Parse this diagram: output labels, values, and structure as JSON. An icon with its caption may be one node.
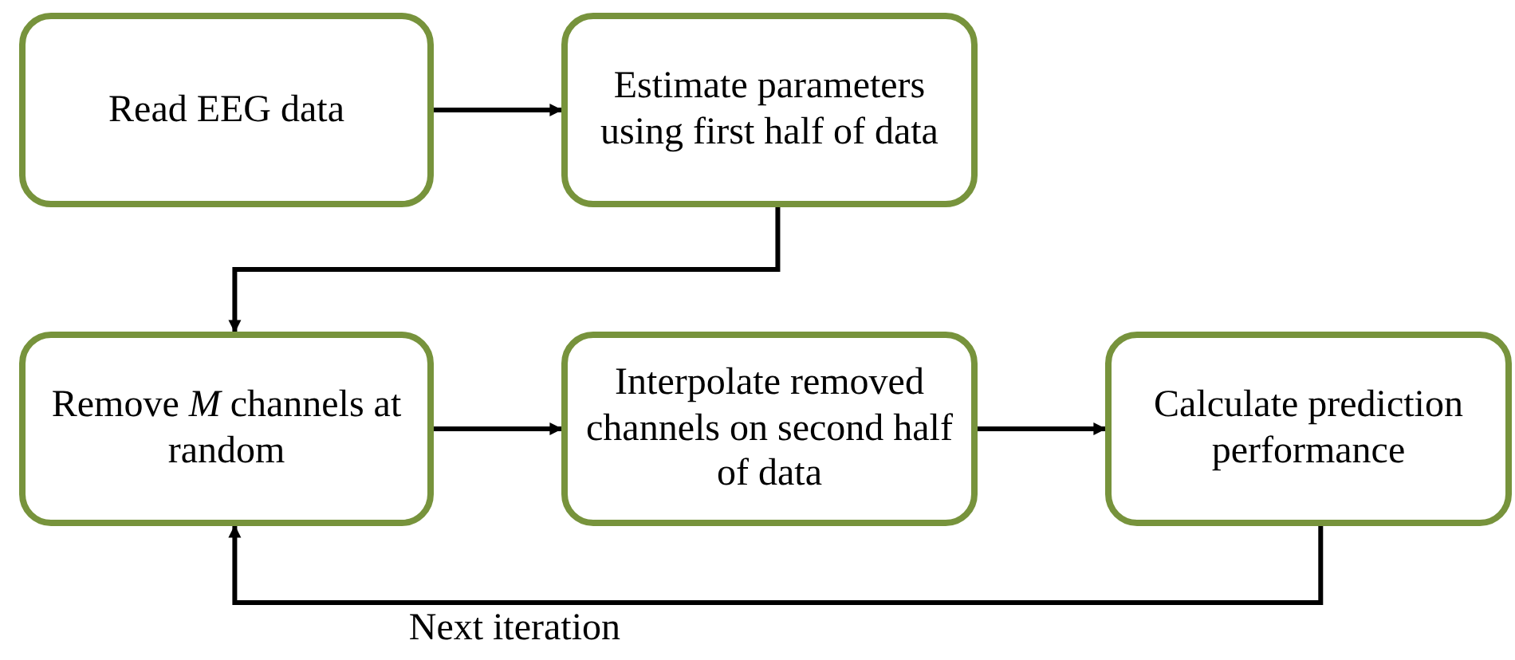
{
  "diagram": {
    "nodes": [
      {
        "text": [
          "Read EEG data"
        ]
      },
      {
        "text": [
          "Estimate parameters using first half of data"
        ]
      },
      {
        "text": [
          "Remove *M* channels at random"
        ]
      },
      {
        "text": [
          "Interpolate removed channels on second half of data"
        ]
      },
      {
        "text": [
          "Calculate prediction performance"
        ]
      }
    ],
    "edges": [
      {
        "from": 0,
        "to": 1,
        "arrow": "to"
      },
      {
        "from": 1,
        "to": 2,
        "arrow": "to"
      },
      {
        "from": 2,
        "to": 3,
        "arrow": "to"
      },
      {
        "from": 3,
        "to": 4,
        "arrow": "to"
      },
      {
        "from": 4,
        "to": 2,
        "arrow": "to",
        "label": "Next iteration"
      }
    ]
  }
}
